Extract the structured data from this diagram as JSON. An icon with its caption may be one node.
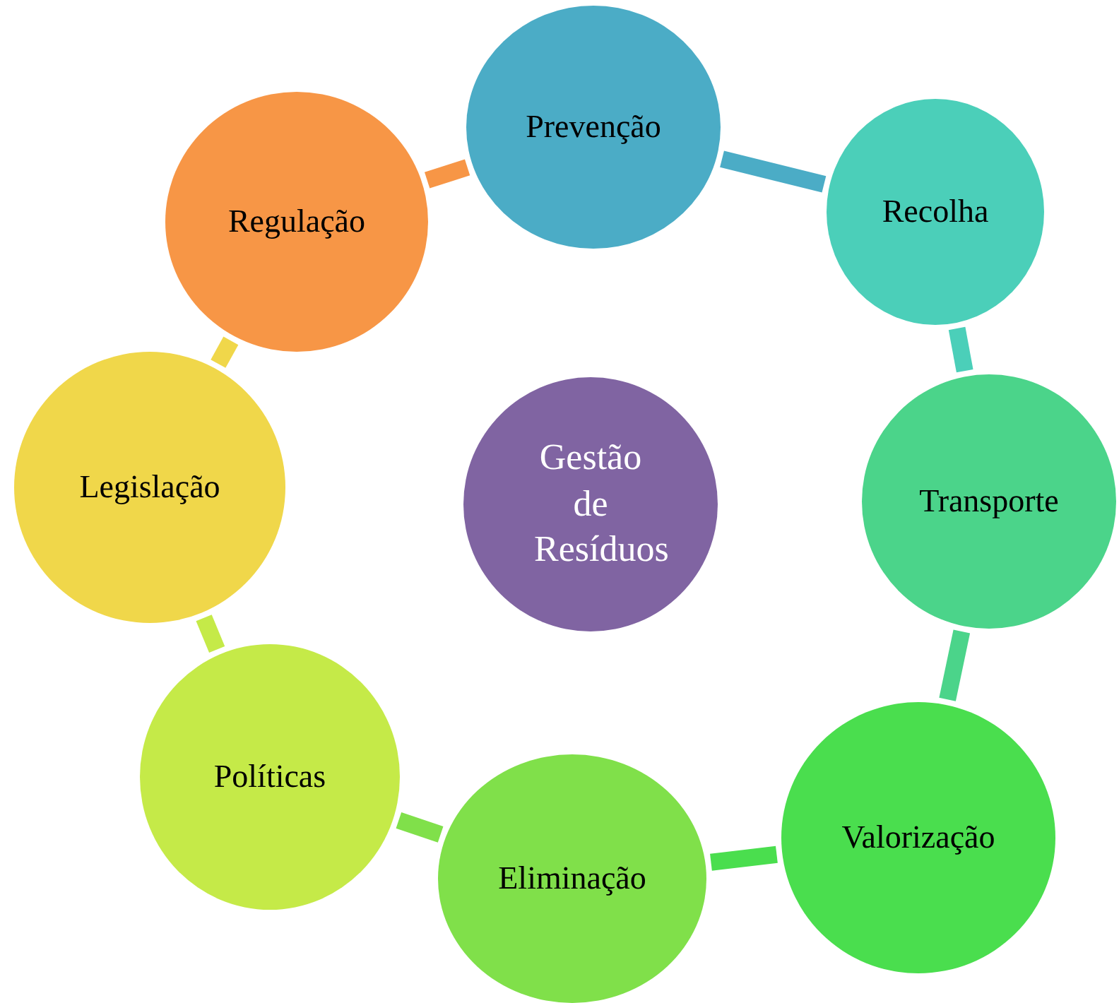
{
  "diagram": {
    "nodes": [
      {
        "text": [
          "Prevenção"
        ]
      },
      {
        "text": [
          "Recolha"
        ]
      },
      {
        "text": [
          "Transporte"
        ]
      },
      {
        "text": [
          "Valorização"
        ]
      },
      {
        "text": [
          "Eliminação"
        ]
      },
      {
        "text": [
          "Políticas"
        ]
      },
      {
        "text": [
          "Legislação"
        ]
      },
      {
        "text": [
          "Regulação"
        ]
      },
      {
        "text": [
          "Gestão de Resíduos"
        ]
      }
    ],
    "edges": [
      {
        "from": 0,
        "to": 1,
        "arrow": "none",
        "color": "#4bacc6"
      },
      {
        "from": 1,
        "to": 2,
        "arrow": "none",
        "color": "#4bcfb9"
      },
      {
        "from": 2,
        "to": 3,
        "arrow": "none",
        "color": "#4bd48a"
      },
      {
        "from": 3,
        "to": 4,
        "arrow": "none",
        "color": "#4ade4e"
      },
      {
        "from": 4,
        "to": 5,
        "arrow": "none",
        "color": "#80e04a"
      },
      {
        "from": 5,
        "to": 6,
        "arrow": "none",
        "color": "#c5ea48"
      },
      {
        "from": 6,
        "to": 7,
        "arrow": "none",
        "color": "#f0d74a"
      },
      {
        "from": 7,
        "to": 0,
        "arrow": "none",
        "color": "#f79646"
      }
    ]
  }
}
